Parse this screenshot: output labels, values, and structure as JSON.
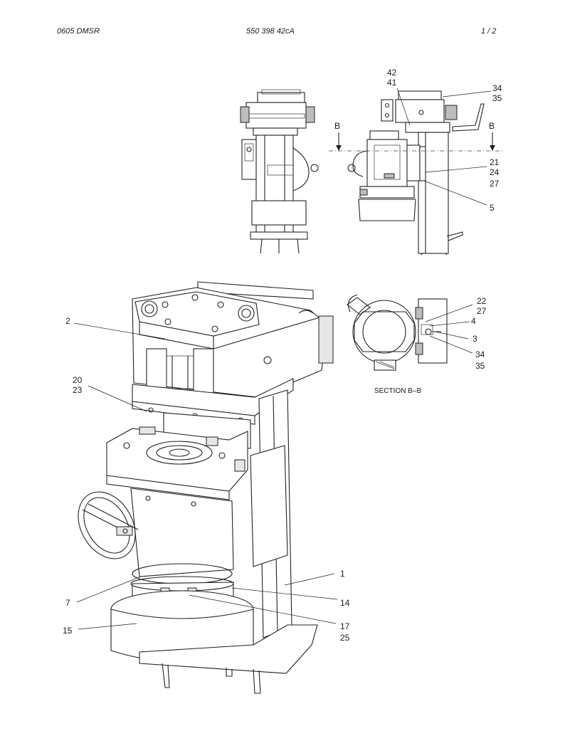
{
  "header": {
    "left": "0605 DMSR",
    "center": "550 398 42cA",
    "right": "1 /   2"
  },
  "side_view": {
    "section_marker_left": "B",
    "section_marker_right": "B",
    "labels": {
      "l42": "42",
      "l41": "41",
      "l34": "34",
      "l35": "35",
      "l21": "21",
      "l24": "24",
      "l27": "27",
      "l5": "5"
    }
  },
  "section_view": {
    "caption": "SECTION B–B",
    "labels": {
      "l22": "22",
      "l27": "27",
      "l4": "4",
      "l3": "3",
      "l34": "34",
      "l35": "35"
    }
  },
  "iso_view": {
    "labels": {
      "l2": "2",
      "l20": "20",
      "l23": "23",
      "l1": "1",
      "l7": "7",
      "l14": "14",
      "l15": "15",
      "l17": "17",
      "l25": "25"
    }
  }
}
